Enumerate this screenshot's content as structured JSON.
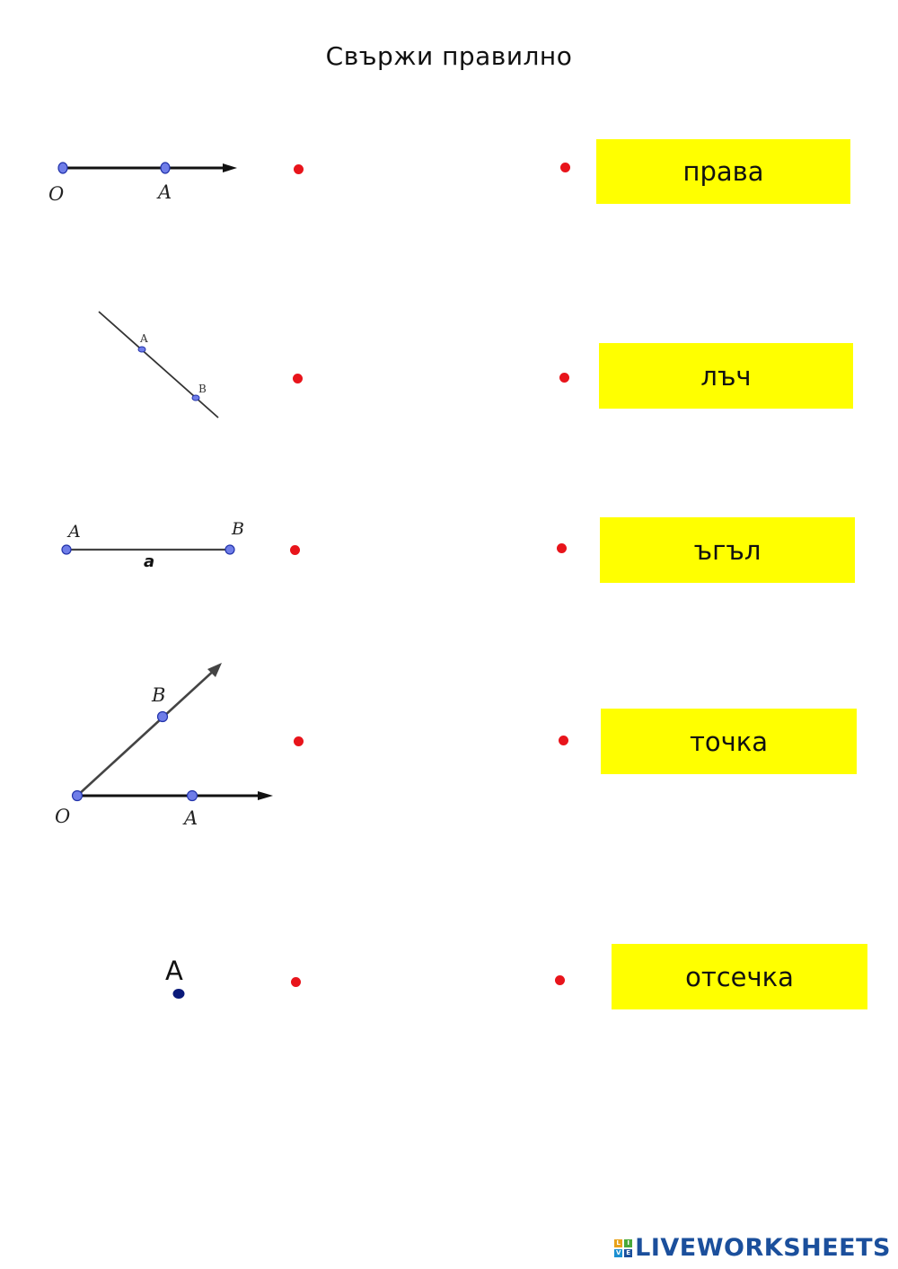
{
  "title": "Свържи правилно",
  "figures": {
    "ray": {
      "labels": [
        "O",
        "A"
      ]
    },
    "line": {
      "labels": [
        "A",
        "B"
      ]
    },
    "segment": {
      "labels": [
        "A",
        "B",
        "a"
      ]
    },
    "angle": {
      "labels": [
        "B",
        "O",
        "A"
      ]
    },
    "point": {
      "labels": [
        "A"
      ]
    }
  },
  "answers": [
    "права",
    "лъч",
    "ъгъл",
    "точка",
    "отсечка"
  ],
  "colors": {
    "answer_bg": "#ffff00",
    "connector_dot": "#e8141b",
    "point_fill": "#6f7de8",
    "brand": "#1b4f9c"
  },
  "footer": {
    "brand": "LIVEWORKSHEETS",
    "logo_letters": [
      "L",
      "I",
      "V",
      "E"
    ]
  }
}
